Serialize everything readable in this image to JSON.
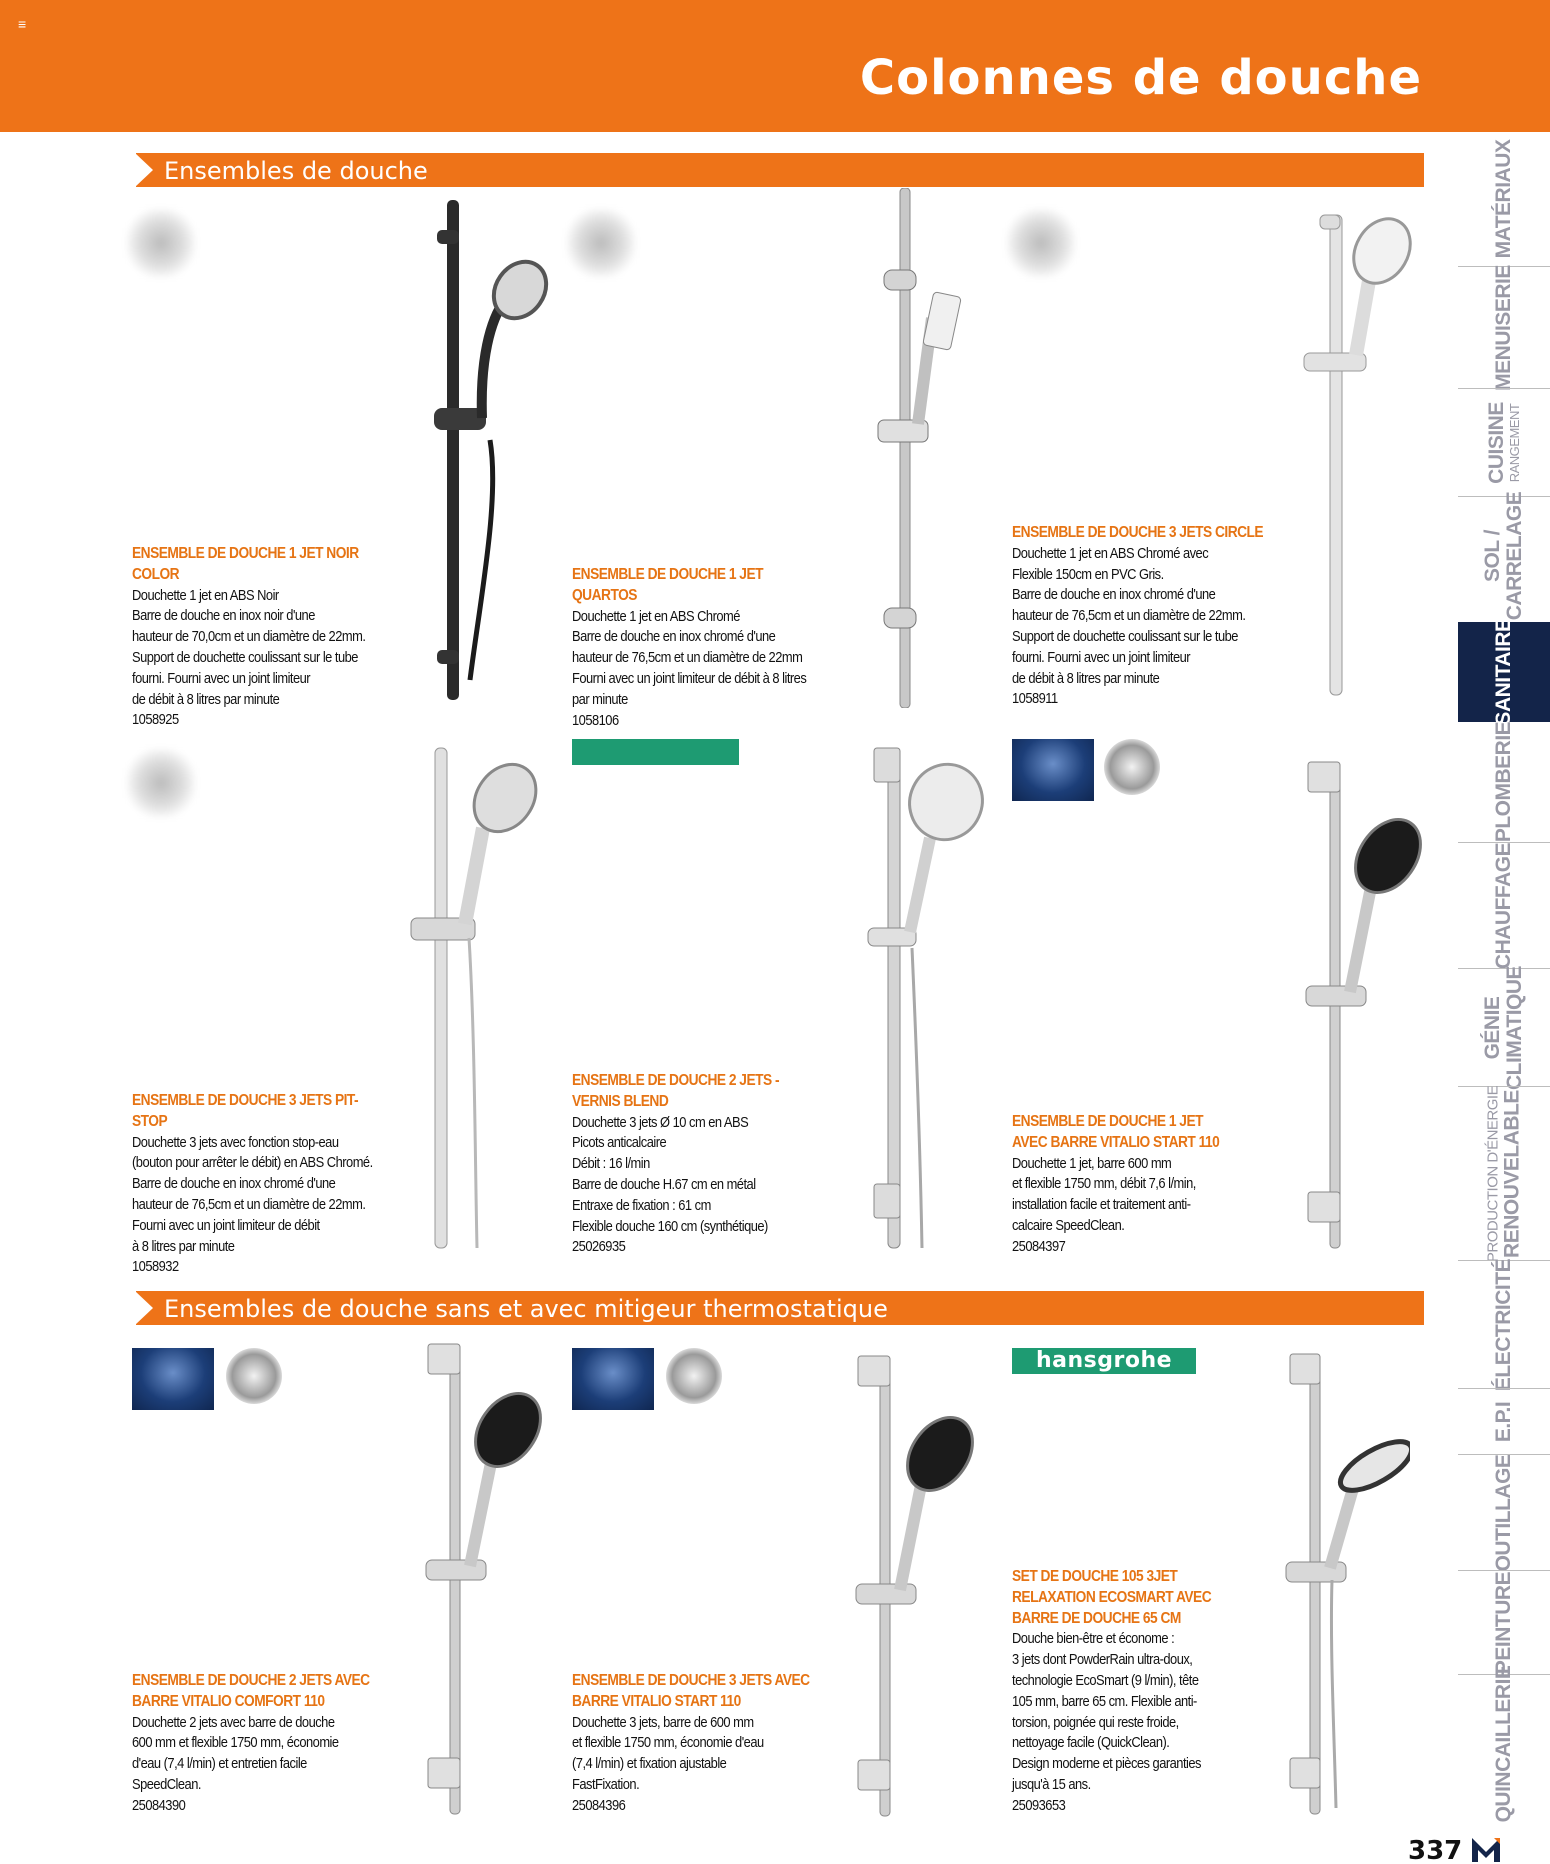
{
  "header": {
    "title": "Colonnes de douche",
    "menu_glyph": "≡"
  },
  "sections": [
    {
      "label": "Ensembles de douche"
    },
    {
      "label": "Ensembles de douche sans et avec mitigeur thermostatique"
    }
  ],
  "products": [
    {
      "title_lines": [
        "ENSEMBLE DE DOUCHE 1 JET NOIR COLOR"
      ],
      "description": "Douchette 1 jet en ABS Noir\nBarre de douche en inox noir d'une\nhauteur de 70,0cm et un diamètre de 22mm.\nSupport de douchette coulissant sur le tube\nfourni. Fourni avec un joint limiteur\nde débit à 8 litres par minute",
      "ref": "1058925"
    },
    {
      "title_lines": [
        "ENSEMBLE DE DOUCHE 1 JET QUARTOS"
      ],
      "description": "Douchette 1 jet en ABS Chromé\nBarre de douche en inox chromé d'une\nhauteur de 76,5cm et un diamètre de 22mm\nFourni avec un joint limiteur de débit à 8 litres\npar minute",
      "ref": "1058106"
    },
    {
      "title_lines": [
        "ENSEMBLE DE DOUCHE 3 JETS CIRCLE"
      ],
      "description": "Douchette 1 jet en ABS Chromé avec\nFlexible 150cm en PVC Gris.\nBarre de douche en inox chromé d'une\nhauteur de 76,5cm et un diamètre de 22mm.\nSupport de douchette coulissant sur le tube\nfourni. Fourni avec un joint limiteur\nde débit à 8 litres par minute",
      "ref": "1058911"
    },
    {
      "title_lines": [
        "ENSEMBLE DE DOUCHE 3 JETS PIT-STOP"
      ],
      "description": "Douchette 3 jets avec fonction stop-eau\n(bouton pour arrêter le débit) en ABS Chromé.\nBarre de douche en inox chromé d'une\nhauteur de 76,5cm et un diamètre de 22mm.\nFourni avec un joint limiteur de débit\nà 8 litres par minute",
      "ref": "1058932"
    },
    {
      "title_lines": [
        "ENSEMBLE DE DOUCHE 2 JETS -",
        "VERNIS BLEND"
      ],
      "description": "Douchette 3 jets Ø 10 cm en ABS\nPicots anticalcaire\nDébit : 16 l/min\nBarre de douche H.67 cm en métal\nEntraxe de fixation : 61 cm\nFlexible douche 160 cm (synthétique)",
      "ref": "25026935"
    },
    {
      "title_lines": [
        "ENSEMBLE DE DOUCHE 1 JET",
        "AVEC BARRE VITALIO START 110"
      ],
      "description": "Douchette 1 jet, barre 600 mm\net flexible 1750 mm, débit 7,6 l/min,\ninstallation facile et traitement anti-\ncalcaire SpeedClean.",
      "ref": "25084397"
    },
    {
      "title_lines": [
        "ENSEMBLE DE DOUCHE 2 JETS AVEC",
        "BARRE VITALIO COMFORT 110"
      ],
      "description": "Douchette 2 jets avec barre de douche\n600 mm et flexible 1750 mm, économie\nd'eau (7,4 l/min) et entretien facile\nSpeedClean.",
      "ref": "25084390"
    },
    {
      "title_lines": [
        "ENSEMBLE DE DOUCHE 3 JETS AVEC",
        "BARRE VITALIO START 110"
      ],
      "description": "Douchette 3 jets, barre de 600 mm\net flexible 1750 mm, économie d'eau\n(7,4 l/min) et fixation ajustable\nFastFixation.",
      "ref": "25084396"
    },
    {
      "title_lines": [
        "SET DE DOUCHE 105 3JET",
        "RELAXATION ECOSMART AVEC",
        "BARRE DE DOUCHE 65 CM"
      ],
      "description": "Douche bien-être et économe :\n3 jets dont PowderRain ultra-doux,\ntechnologie EcoSmart (9 l/min), tête\n105 mm, barre 65 cm. Flexible anti-\ntorsion, poignée qui reste froide,\nnettoyage facile (QuickClean).\nDesign moderne et pièces garanties\njusqu'à 15 ans.",
      "ref": "25093653"
    }
  ],
  "brand_banner": {
    "label": "hansgrohe"
  },
  "side_nav": {
    "tabs": [
      {
        "label": "MATÉRIAUX",
        "sub": "",
        "active": false
      },
      {
        "label": "MENUISERIE",
        "sub": "",
        "active": false
      },
      {
        "label": "CUISINE",
        "sub": "RANGEMENT",
        "active": false
      },
      {
        "label": "SOL /",
        "sub": "CARRELAGE",
        "active": false
      },
      {
        "label": "SANITAIRE",
        "sub": "",
        "active": true
      },
      {
        "label": "PLOMBERIE",
        "sub": "",
        "active": false
      },
      {
        "label": "CHAUFFAGE",
        "sub": "",
        "active": false
      },
      {
        "label": "GÉNIE",
        "sub": "CLIMATIQUE",
        "active": false
      },
      {
        "label": "PRODUCTION D'ÉNERGIE",
        "sub": "RENOUVELABLE",
        "active": false
      },
      {
        "label": "ÉLECTRICITÉ",
        "sub": "",
        "active": false
      },
      {
        "label": "E.P.I",
        "sub": "",
        "active": false
      },
      {
        "label": "OUTILLAGE",
        "sub": "",
        "active": false
      },
      {
        "label": "PEINTURE",
        "sub": "",
        "active": false
      },
      {
        "label": "QUINCAILLERIE",
        "sub": "",
        "active": false
      }
    ]
  },
  "footer": {
    "page_number": "337"
  },
  "colors": {
    "accent": "#ee7318",
    "title_orange": "#e67414",
    "nav_active": "#132449",
    "brand_green": "#1e9b72"
  }
}
